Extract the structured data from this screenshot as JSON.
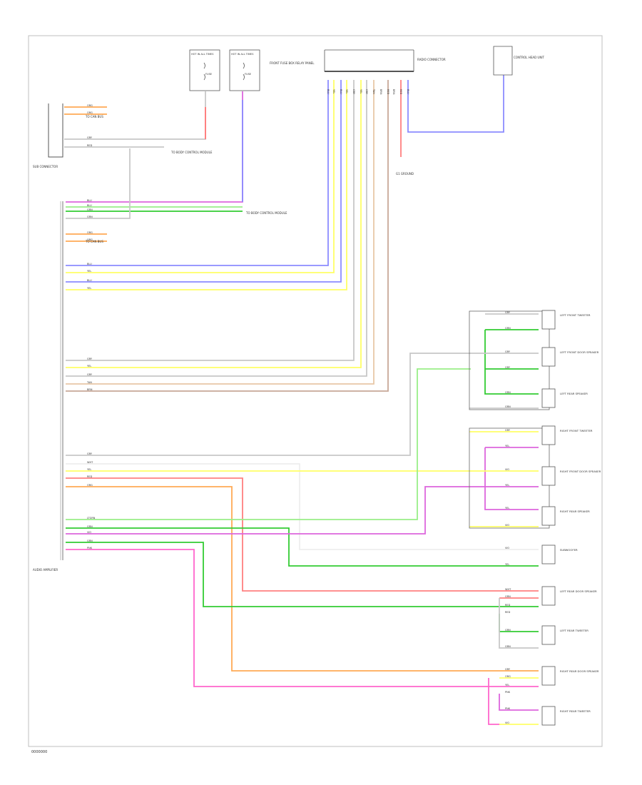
{
  "colors": {
    "frame": "#bfbfbf",
    "component": "#555555",
    "text": "#333333",
    "wire": {
      "BLU": "#8c8cff",
      "RED": "#ff8080",
      "GRN": "#33cc33",
      "LTGRN": "#99ee88",
      "YEL": "#ffff66",
      "VIO": "#dd66dd",
      "PNK": "#ff66cc",
      "ORG": "#ffaa55",
      "TAN": "#e8c8a8",
      "GRY": "#c8c8c8",
      "WHT": "#eeeeee",
      "BRN": "#c8a898"
    }
  },
  "footer": {
    "code": "0000000"
  },
  "components": {
    "fuse_boxes": [
      {
        "caption": "HOT IN ALL TIMES",
        "fuse": "FUSE"
      },
      {
        "caption": "HOT IN ALL TIMES",
        "fuse": "FUSE"
      }
    ],
    "fuse_panel": {
      "label": "FRONT FUSE BOX RELAY PANEL"
    },
    "radio_module": {
      "label": "RADIO CONNECTOR"
    },
    "radio_ground": {
      "label": "G1 GROUND"
    },
    "control_head": {
      "label": "CONTROL HEAD UNIT"
    },
    "sub_connector": {
      "label": "SUB CONNECTOR"
    },
    "amp_label": {
      "label": "AUDIO AMPLIFIER"
    },
    "speakers": [
      {
        "label": "LEFT FRONT TWEETER"
      },
      {
        "label": "LEFT FRONT DOOR SPEAKER"
      },
      {
        "label": "LEFT REAR SPEAKER"
      },
      {
        "label": "RIGHT FRONT TWEETER"
      },
      {
        "label": "RIGHT FRONT DOOR SPEAKER"
      },
      {
        "label": "RIGHT REAR SPEAKER"
      },
      {
        "label": "SUBWOOFER"
      },
      {
        "label": "LEFT REAR DOOR SPEAKER"
      },
      {
        "label": "LEFT REAR TWEETER"
      },
      {
        "label": "RIGHT REAR DOOR SPEAKER"
      },
      {
        "label": "RIGHT REAR TWEETER"
      }
    ]
  },
  "notes": [
    {
      "text": "TO BODY CONTROL MODULE"
    },
    {
      "text": "TO BODY CONTROL MODULE"
    },
    {
      "text": "TO CAN BUS"
    },
    {
      "text": "TO CAN BUS"
    }
  ],
  "wire_labels": {
    "sub": [
      "ORG",
      "ORG",
      "GRY",
      "RED"
    ],
    "top": [
      "BLU",
      "BLU",
      "GRN",
      "GRN",
      "ORG",
      "ORG"
    ],
    "mid": [
      "BLU",
      "YEL",
      "BLU",
      "YEL",
      "GRY",
      "YEL",
      "GRY",
      "TAN",
      "BRN"
    ],
    "low": [
      "GRY",
      "WHT",
      "YEL",
      "RED",
      "ORG",
      "LTGRN",
      "GRN",
      "VIO",
      "GRN",
      "PNK"
    ],
    "speaker_pins": [
      "GRY",
      "GRN",
      "GRY",
      "GRY",
      "GRN",
      "GRN",
      "GRY",
      "YEL",
      "VIO",
      "YEL",
      "YEL",
      "VIO",
      "VIO",
      "YEL",
      "WHT",
      "GRN",
      "RED",
      "RED",
      "GRN",
      "GRN",
      "GRY",
      "ORG",
      "YEL",
      "PNK",
      "PNK",
      "VIO",
      "YEL"
    ],
    "radio_pins": [
      "BLU",
      "YEL",
      "BLU",
      "YEL",
      "GRY",
      "YEL",
      "GRY",
      "TAN",
      "BRN",
      "RED",
      "BRN",
      "RED",
      "BLU"
    ]
  }
}
